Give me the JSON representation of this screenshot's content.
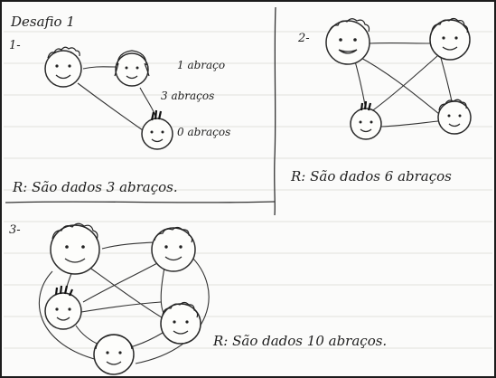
{
  "worksheet": {
    "title": "Desafio 1",
    "problems": [
      {
        "number": "1-",
        "edge_labels": [
          "1 abraço",
          "3 abraços",
          "0 abraços"
        ],
        "answer": "R: São dados 3 abraços."
      },
      {
        "number": "2-",
        "edge_labels": [],
        "answer": "R: São dados 6 abraços"
      },
      {
        "number": "3-",
        "edge_labels": [],
        "answer": "R: São dados 10 abraços."
      }
    ]
  },
  "colors": {
    "ink": "#1e1e1e",
    "paper": "#fbfbfa",
    "ruled_lines": "#e2e2dc",
    "border": "#1c1c1c"
  },
  "icons": [
    "smiling-face-icon",
    "curly-hair-icon",
    "spiky-hair-icon"
  ]
}
